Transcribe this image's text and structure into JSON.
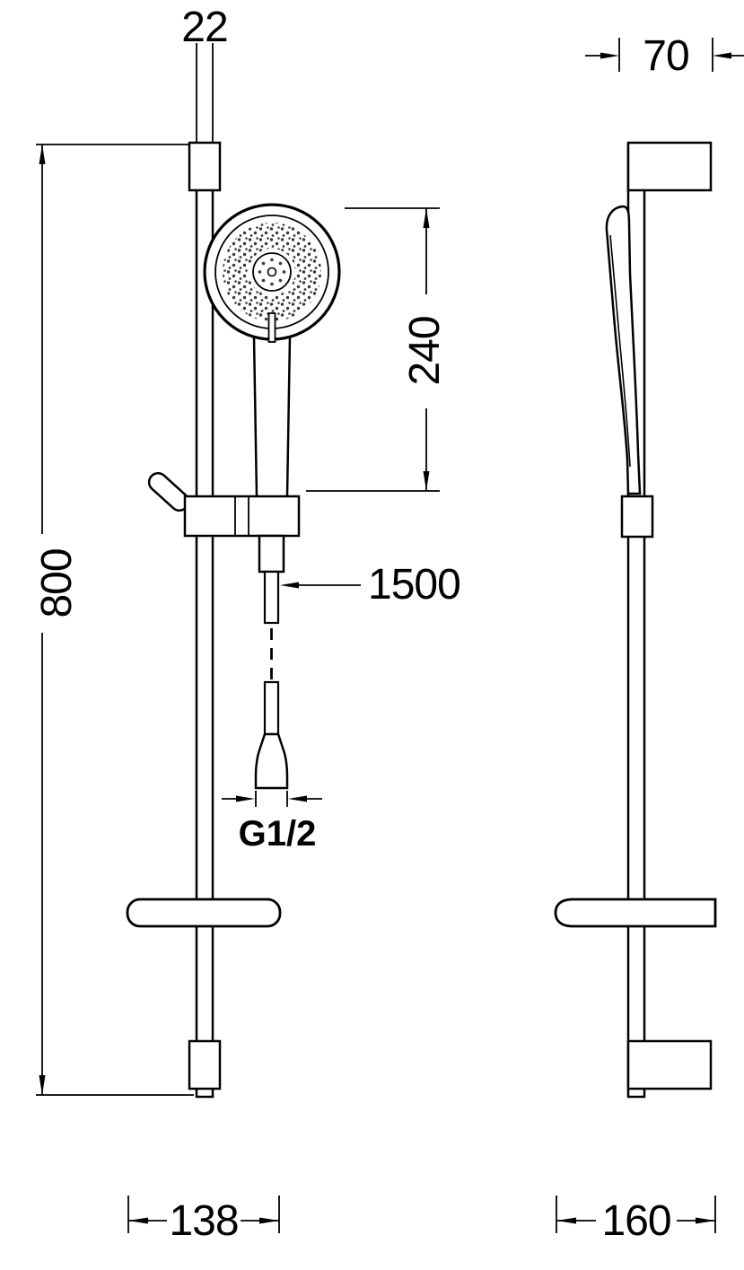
{
  "colors": {
    "line": "#000000",
    "background": "#ffffff"
  },
  "front_view": {
    "rail_width_label": "22",
    "rail_height_label": "800",
    "head_length_label": "240",
    "hose_length_label": "1500",
    "thread_label": "G1/2",
    "soap_dish_width_label": "138"
  },
  "side_view": {
    "bracket_depth_label": "70",
    "soap_dish_depth_label": "160"
  }
}
